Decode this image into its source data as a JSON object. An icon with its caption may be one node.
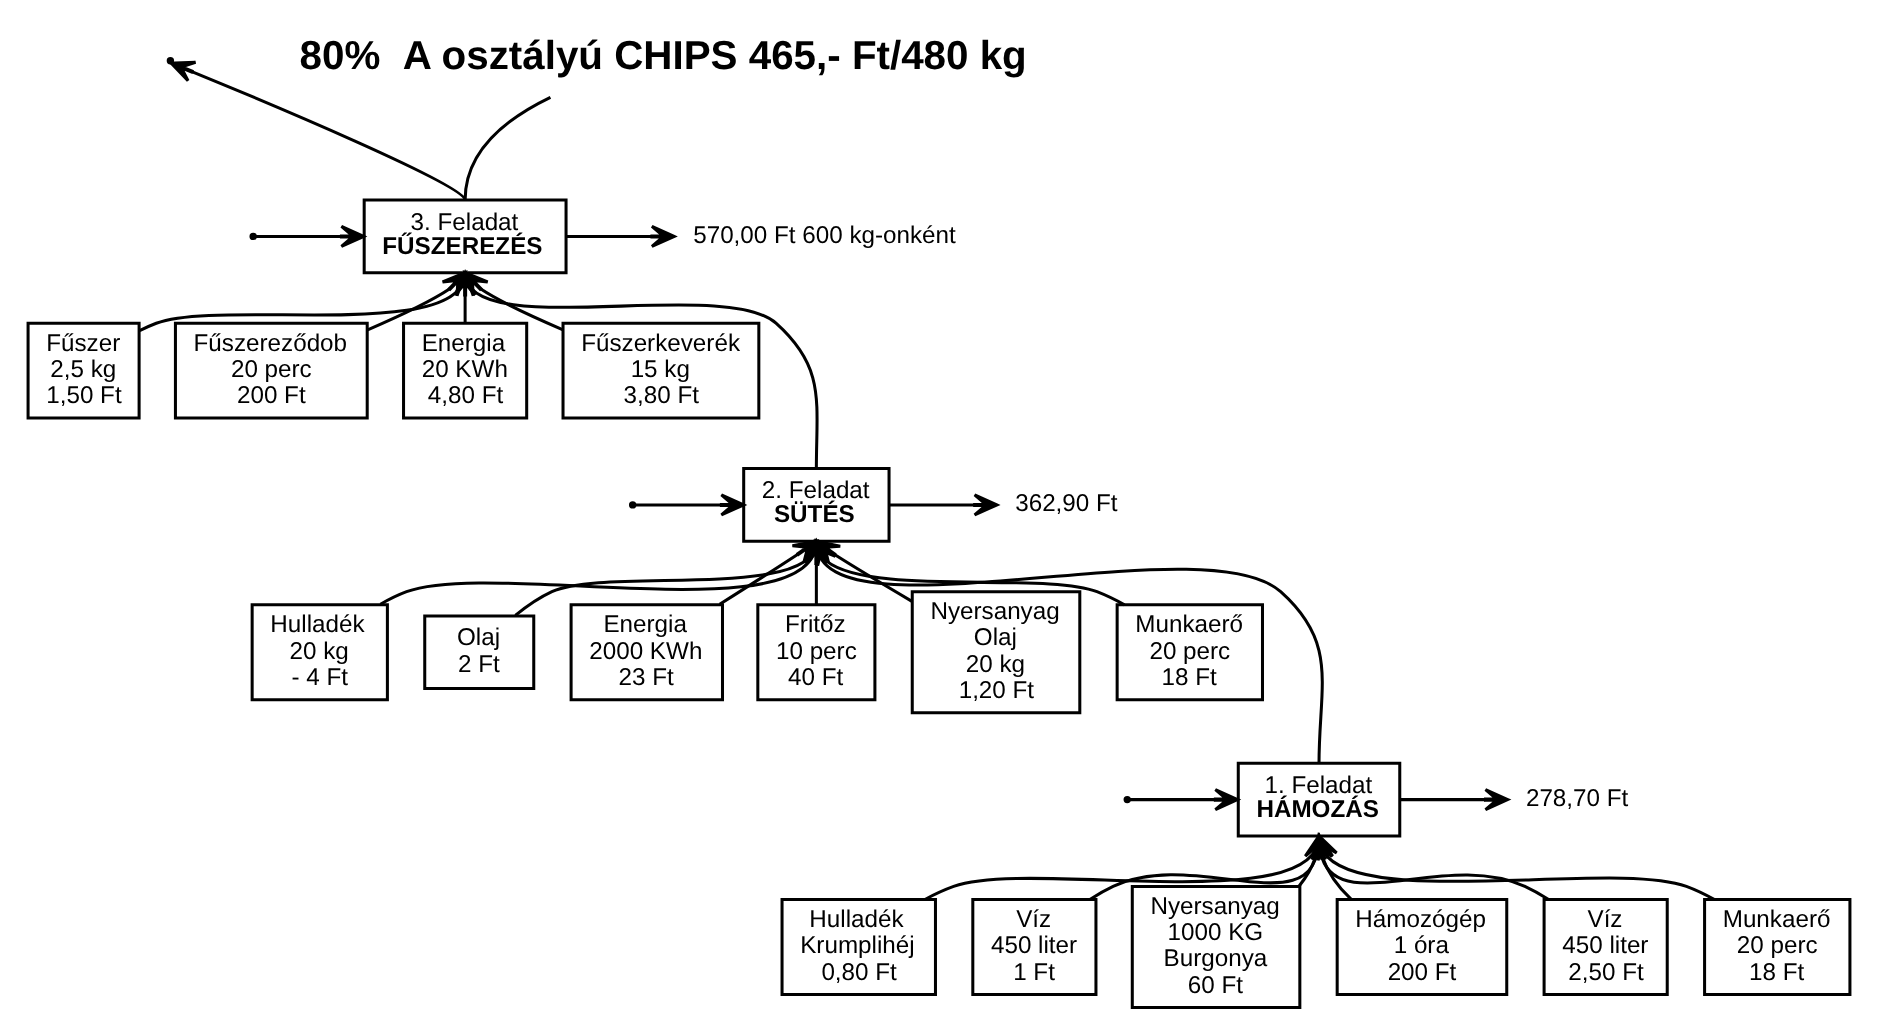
{
  "diagram": {
    "nodes": [
      {
        "text": [
          "3. Feladat",
          "FŰSZEREZÉS"
        ]
      },
      {
        "text": [
          "570,00 Ft 600 kg-onként"
        ]
      },
      {
        "text": [
          "Fűszer",
          "2,5 kg",
          "1,50 Ft"
        ]
      },
      {
        "text": [
          "Fűszereződob",
          "20 perc",
          "200 Ft"
        ]
      },
      {
        "text": [
          "Energia",
          "20 KWh",
          "4,80 Ft"
        ]
      },
      {
        "text": [
          "Fűszerkeverék",
          "15 kg",
          "3,80 Ft"
        ]
      },
      {
        "text": [
          "80%  A osztályú CHIPS 465,- Ft/480 kg"
        ]
      },
      {
        "text": [
          "2. Feladat",
          "SÜTÉS"
        ]
      },
      {
        "text": [
          "362,90 Ft"
        ]
      },
      {
        "text": [
          "Hulladék",
          "20 kg",
          "- 4 Ft"
        ]
      },
      {
        "text": [
          "Olaj",
          "2 Ft"
        ]
      },
      {
        "text": [
          "Energia",
          "2000 KWh",
          "23 Ft"
        ]
      },
      {
        "text": [
          "Fritőz",
          "10 perc",
          "40 Ft"
        ]
      },
      {
        "text": [
          "Nyersanyag",
          "Olaj",
          "20 kg",
          "1,20 Ft"
        ]
      },
      {
        "text": [
          "Munkaerő",
          "20 perc",
          "18 Ft"
        ]
      },
      {
        "text": [
          "1. Feladat",
          "HÁMOZÁS"
        ]
      },
      {
        "text": [
          "278,70 Ft"
        ]
      },
      {
        "text": [
          "Hulladék",
          "Krumplihéj",
          "0,80 Ft"
        ]
      },
      {
        "text": [
          "Víz",
          "450 liter",
          "1 Ft"
        ]
      },
      {
        "text": [
          "Nyersanyag",
          "1000 KG",
          "Burgonya",
          "60 Ft"
        ]
      },
      {
        "text": [
          "Hámozógép",
          "1 óra",
          "200 Ft"
        ]
      },
      {
        "text": [
          "Víz",
          "450 liter",
          "2,50 Ft"
        ]
      },
      {
        "text": [
          "Munkaerő",
          "20 perc",
          "18 Ft"
        ]
      }
    ],
    "edges": [
      {
        "from": 0,
        "to": null,
        "arrow": "to"
      },
      {
        "from": 3,
        "to": 0,
        "arrow": "to"
      },
      {
        "from": 4,
        "to": 0,
        "arrow": "to"
      },
      {
        "from": 5,
        "to": 0,
        "arrow": "to"
      },
      {
        "from": 0,
        "to": 1,
        "arrow": "to"
      },
      {
        "from": 0,
        "to": 2,
        "arrow": "none"
      },
      {
        "from": null,
        "to": 0,
        "arrow": "to"
      },
      {
        "from": 0,
        "to": 6,
        "arrow": "none"
      },
      {
        "from": 7,
        "to": 0,
        "arrow": "none"
      },
      {
        "from": null,
        "to": 7,
        "arrow": "to"
      },
      {
        "from": 11,
        "to": 7,
        "arrow": "to"
      },
      {
        "from": 12,
        "to": 7,
        "arrow": "to"
      },
      {
        "from": 13,
        "to": 7,
        "arrow": "to"
      },
      {
        "from": 14,
        "to": 7,
        "arrow": "to"
      },
      {
        "from": 7,
        "to": 8,
        "arrow": "to"
      },
      {
        "from": 7,
        "to": 9,
        "arrow": "none"
      },
      {
        "from": 7,
        "to": 10,
        "arrow": "none"
      },
      {
        "from": 15,
        "to": 7,
        "arrow": "none"
      },
      {
        "from": null,
        "to": 15,
        "arrow": "to"
      },
      {
        "from": 19,
        "to": 15,
        "arrow": "to"
      },
      {
        "from": 20,
        "to": 15,
        "arrow": "to"
      },
      {
        "from": 21,
        "to": 15,
        "arrow": "to"
      },
      {
        "from": 22,
        "to": 15,
        "arrow": "to"
      },
      {
        "from": 15,
        "to": 16,
        "arrow": "to"
      },
      {
        "from": 15,
        "to": 17,
        "arrow": "none"
      },
      {
        "from": 15,
        "to": 18,
        "arrow": "none"
      }
    ]
  }
}
